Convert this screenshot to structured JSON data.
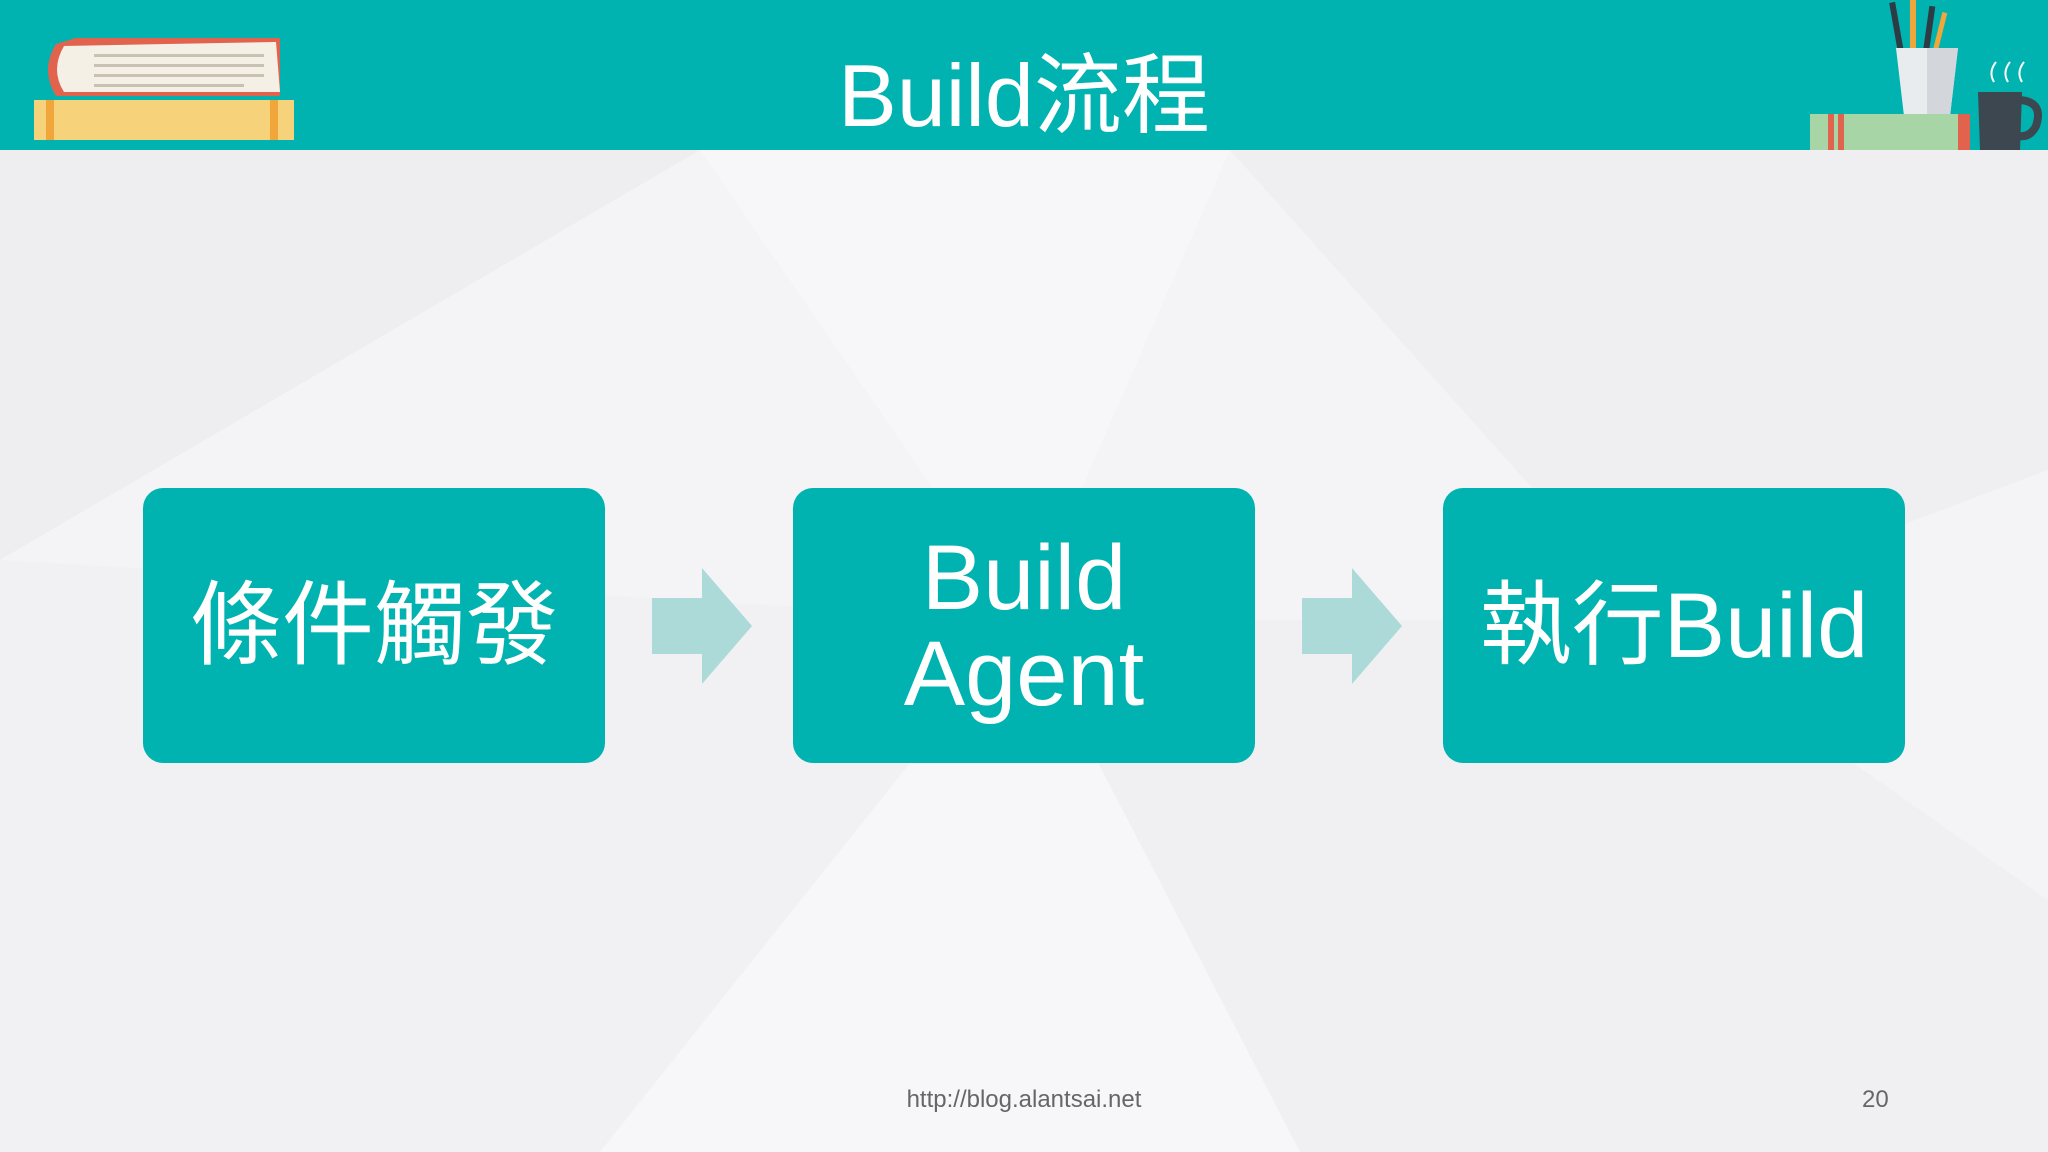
{
  "slide": {
    "title": "Build流程",
    "steps": [
      {
        "lines": [
          "條件觸發"
        ]
      },
      {
        "lines": [
          "Build",
          "Agent"
        ]
      },
      {
        "lines": [
          "執行Build"
        ]
      }
    ],
    "footer_url": "http://blog.alantsai.net",
    "page_number": "20"
  },
  "colors": {
    "accent": "#00b3b0",
    "arrow": "#acdad8",
    "background": "#f4f4f6",
    "footer_text": "#666666"
  },
  "icons": [
    "book-stack-icon",
    "pencil-cup-icon",
    "coffee-mug-icon",
    "arrow-right-icon"
  ]
}
